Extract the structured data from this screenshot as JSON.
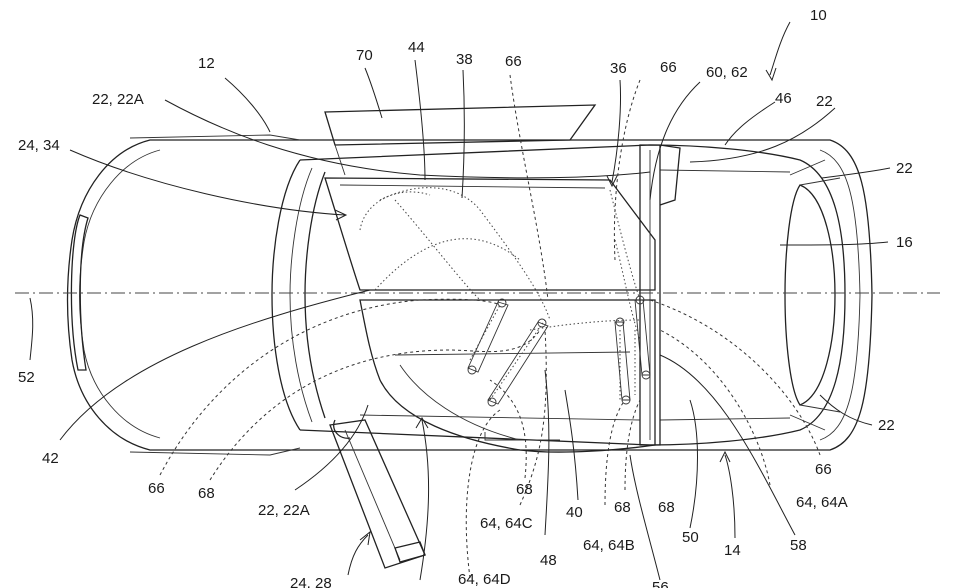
{
  "labels": [
    {
      "id": "ref-10",
      "text": "10"
    },
    {
      "id": "ref-12",
      "text": "12"
    },
    {
      "id": "ref-70",
      "text": "70"
    },
    {
      "id": "ref-44",
      "text": "44"
    },
    {
      "id": "ref-38",
      "text": "38"
    },
    {
      "id": "ref-66-a",
      "text": "66"
    },
    {
      "id": "ref-36",
      "text": "36"
    },
    {
      "id": "ref-66-b",
      "text": "66"
    },
    {
      "id": "ref-60-62",
      "text": "60, 62"
    },
    {
      "id": "ref-46",
      "text": "46"
    },
    {
      "id": "ref-22-top",
      "text": "22"
    },
    {
      "id": "ref-22-22a-top",
      "text": "22, 22A"
    },
    {
      "id": "ref-24-34",
      "text": "24, 34"
    },
    {
      "id": "ref-22-right",
      "text": "22"
    },
    {
      "id": "ref-16",
      "text": "16"
    },
    {
      "id": "ref-52",
      "text": "52"
    },
    {
      "id": "ref-42",
      "text": "42"
    },
    {
      "id": "ref-66-c",
      "text": "66"
    },
    {
      "id": "ref-68-a",
      "text": "68"
    },
    {
      "id": "ref-22-22a-bottom",
      "text": "22, 22A"
    },
    {
      "id": "ref-24-28",
      "text": "24, 28"
    },
    {
      "id": "ref-64-64d",
      "text": "64, 64D"
    },
    {
      "id": "ref-68-b",
      "text": "68"
    },
    {
      "id": "ref-64-64c",
      "text": "64, 64C"
    },
    {
      "id": "ref-40",
      "text": "40"
    },
    {
      "id": "ref-48",
      "text": "48"
    },
    {
      "id": "ref-68-c",
      "text": "68"
    },
    {
      "id": "ref-64-64b",
      "text": "64, 64B"
    },
    {
      "id": "ref-68-d",
      "text": "68"
    },
    {
      "id": "ref-50",
      "text": "50"
    },
    {
      "id": "ref-14",
      "text": "14"
    },
    {
      "id": "ref-58",
      "text": "58"
    },
    {
      "id": "ref-64-64a",
      "text": "64, 64A"
    },
    {
      "id": "ref-66-d",
      "text": "66"
    },
    {
      "id": "ref-22-bottom-right",
      "text": "22"
    },
    {
      "id": "ref-56",
      "text": "56"
    }
  ]
}
